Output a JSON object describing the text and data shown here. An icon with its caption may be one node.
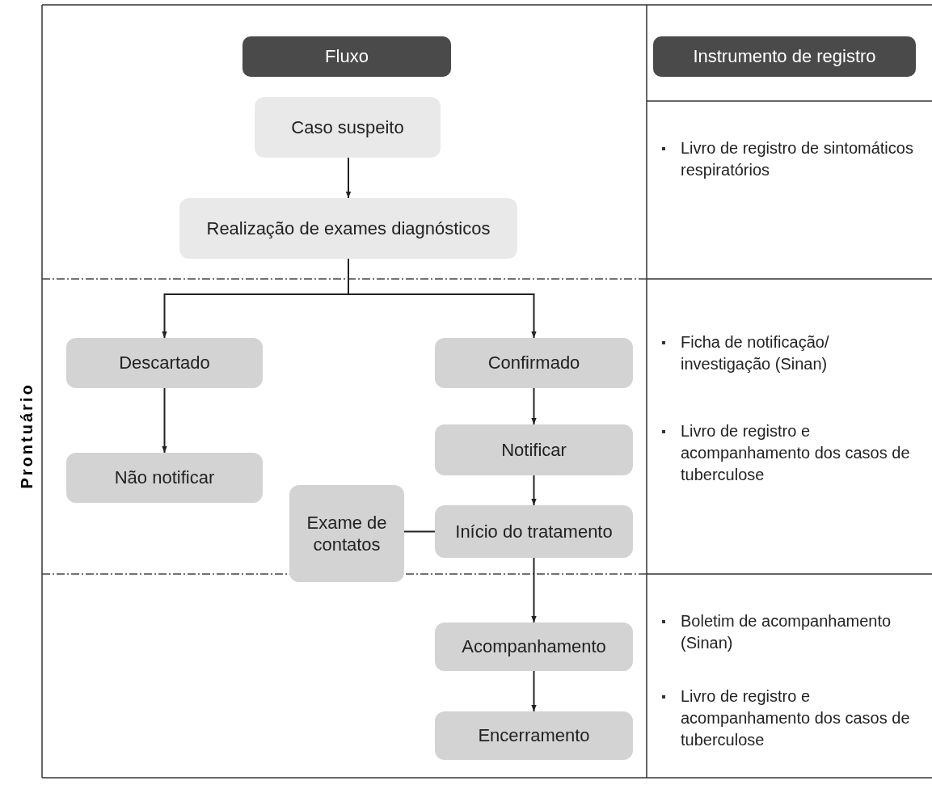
{
  "diagram": {
    "nodes": [
      {
        "text": [
          "Fluxo"
        ]
      },
      {
        "text": [
          "Instrumento de registro"
        ]
      },
      {
        "text": [
          "Caso suspeito"
        ]
      },
      {
        "text": [
          "Realização de exames diagnósticos"
        ]
      },
      {
        "text": [
          "Descartado"
        ]
      },
      {
        "text": [
          "Confirmado"
        ]
      },
      {
        "text": [
          "Não notificar"
        ]
      },
      {
        "text": [
          "Notificar"
        ]
      },
      {
        "text": [
          "Exame de contatos"
        ]
      },
      {
        "text": [
          "Início do tratamento"
        ]
      },
      {
        "text": [
          "Acompanhamento"
        ]
      },
      {
        "text": [
          "Encerramento"
        ]
      }
    ],
    "edges": [
      {
        "from": 2,
        "to": 3,
        "arrow": "to"
      },
      {
        "from": 3,
        "to": 4,
        "arrow": "to"
      },
      {
        "from": 3,
        "to": 5,
        "arrow": "to"
      },
      {
        "from": 4,
        "to": 6,
        "arrow": "to"
      },
      {
        "from": 5,
        "to": 7,
        "arrow": "to"
      },
      {
        "from": 7,
        "to": 9,
        "arrow": "to"
      },
      {
        "from": 8,
        "to": 9,
        "arrow": "none"
      },
      {
        "from": 9,
        "to": 10,
        "arrow": "to"
      },
      {
        "from": 10,
        "to": 11,
        "arrow": "to"
      }
    ],
    "labels": [
      "Prontuário",
      "Livro de registro de sintomáticos respiratórios",
      "Ficha de notificação/ investigação (Sinan)",
      "Livro de registro e acompanhamento dos casos de tuberculose",
      "Boletim de acompanhamento (Sinan)",
      "Livro de registro e acompanhamento dos casos de tuberculose"
    ]
  }
}
